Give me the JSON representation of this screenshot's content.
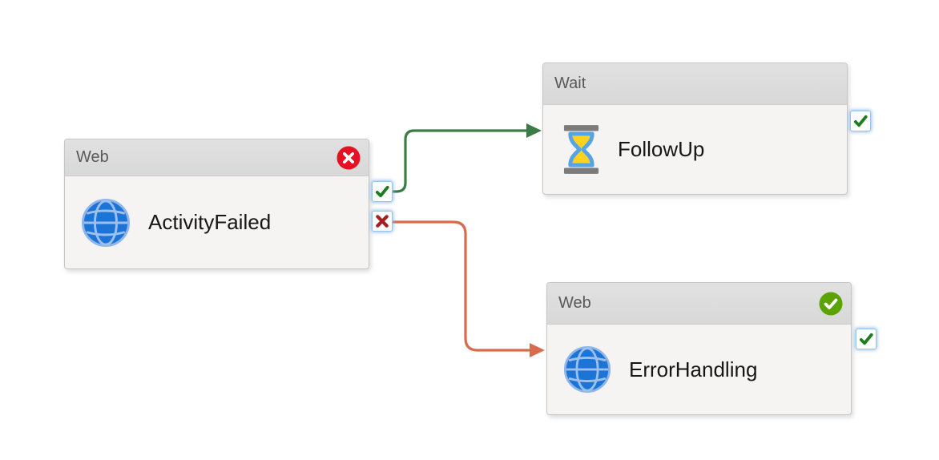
{
  "diagram": {
    "background": "#ffffff",
    "nodes": [
      {
        "type_label": "Web",
        "name": "ActivityFailed",
        "icon": "globe-icon",
        "status_badge": {
          "state": "error",
          "color": "#E81123",
          "icon": "cross-icon"
        },
        "ports": [
          {
            "kind": "success",
            "icon": "check-icon",
            "color": "#1E7C1E"
          },
          {
            "kind": "failure",
            "icon": "cross-icon",
            "color": "#A32020"
          }
        ]
      },
      {
        "type_label": "Wait",
        "name": "FollowUp",
        "icon": "hourglass-icon",
        "status_badge": null,
        "ports": [
          {
            "kind": "success",
            "icon": "check-icon",
            "color": "#1E7C1E"
          }
        ]
      },
      {
        "type_label": "Web",
        "name": "ErrorHandling",
        "icon": "globe-icon",
        "status_badge": {
          "state": "success",
          "color": "#5BA300",
          "icon": "check-icon"
        },
        "ports": [
          {
            "kind": "success",
            "icon": "check-icon",
            "color": "#1E7C1E"
          }
        ]
      }
    ],
    "connectors": [
      {
        "from": "ActivityFailed",
        "from_port": "success",
        "to": "FollowUp",
        "color": "#3A7D44"
      },
      {
        "from": "ActivityFailed",
        "from_port": "failure",
        "to": "ErrorHandling",
        "color": "#D96B4D"
      }
    ]
  }
}
